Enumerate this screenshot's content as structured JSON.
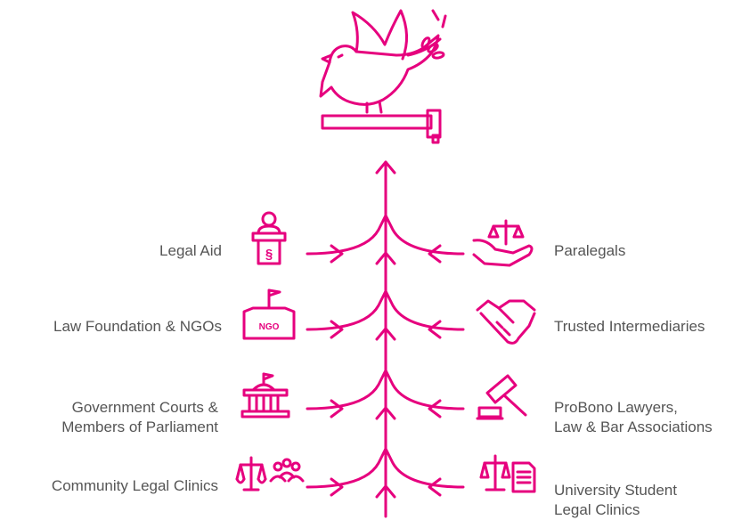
{
  "accent_color": "#e6007e",
  "text_color": "#555555",
  "top_icons": [
    "dove-with-olive-branch-icon",
    "gavel-icon"
  ],
  "left_items": [
    {
      "lines": [
        "Legal Aid"
      ],
      "icon": "desk-with-section-sign-icon"
    },
    {
      "lines": [
        "Law Foundation & NGOs"
      ],
      "icon": "ngo-building-flag-icon"
    },
    {
      "lines": [
        "Government Courts &",
        "Members of Parliament"
      ],
      "icon": "parliament-building-icon"
    },
    {
      "lines": [
        "Community Legal Clinics"
      ],
      "icon": "scales-with-people-icon"
    }
  ],
  "right_items": [
    {
      "lines": [
        "Paralegals"
      ],
      "icon": "scales-in-hand-icon"
    },
    {
      "lines": [
        "Trusted Intermediaries"
      ],
      "icon": "handshake-icon"
    },
    {
      "lines": [
        "ProBono Lawyers,",
        "Law & Bar Associations"
      ],
      "icon": "gavel-block-icon"
    },
    {
      "lines": [
        "University Student",
        "Legal Clinics"
      ],
      "icon": "scales-with-document-icon"
    }
  ]
}
